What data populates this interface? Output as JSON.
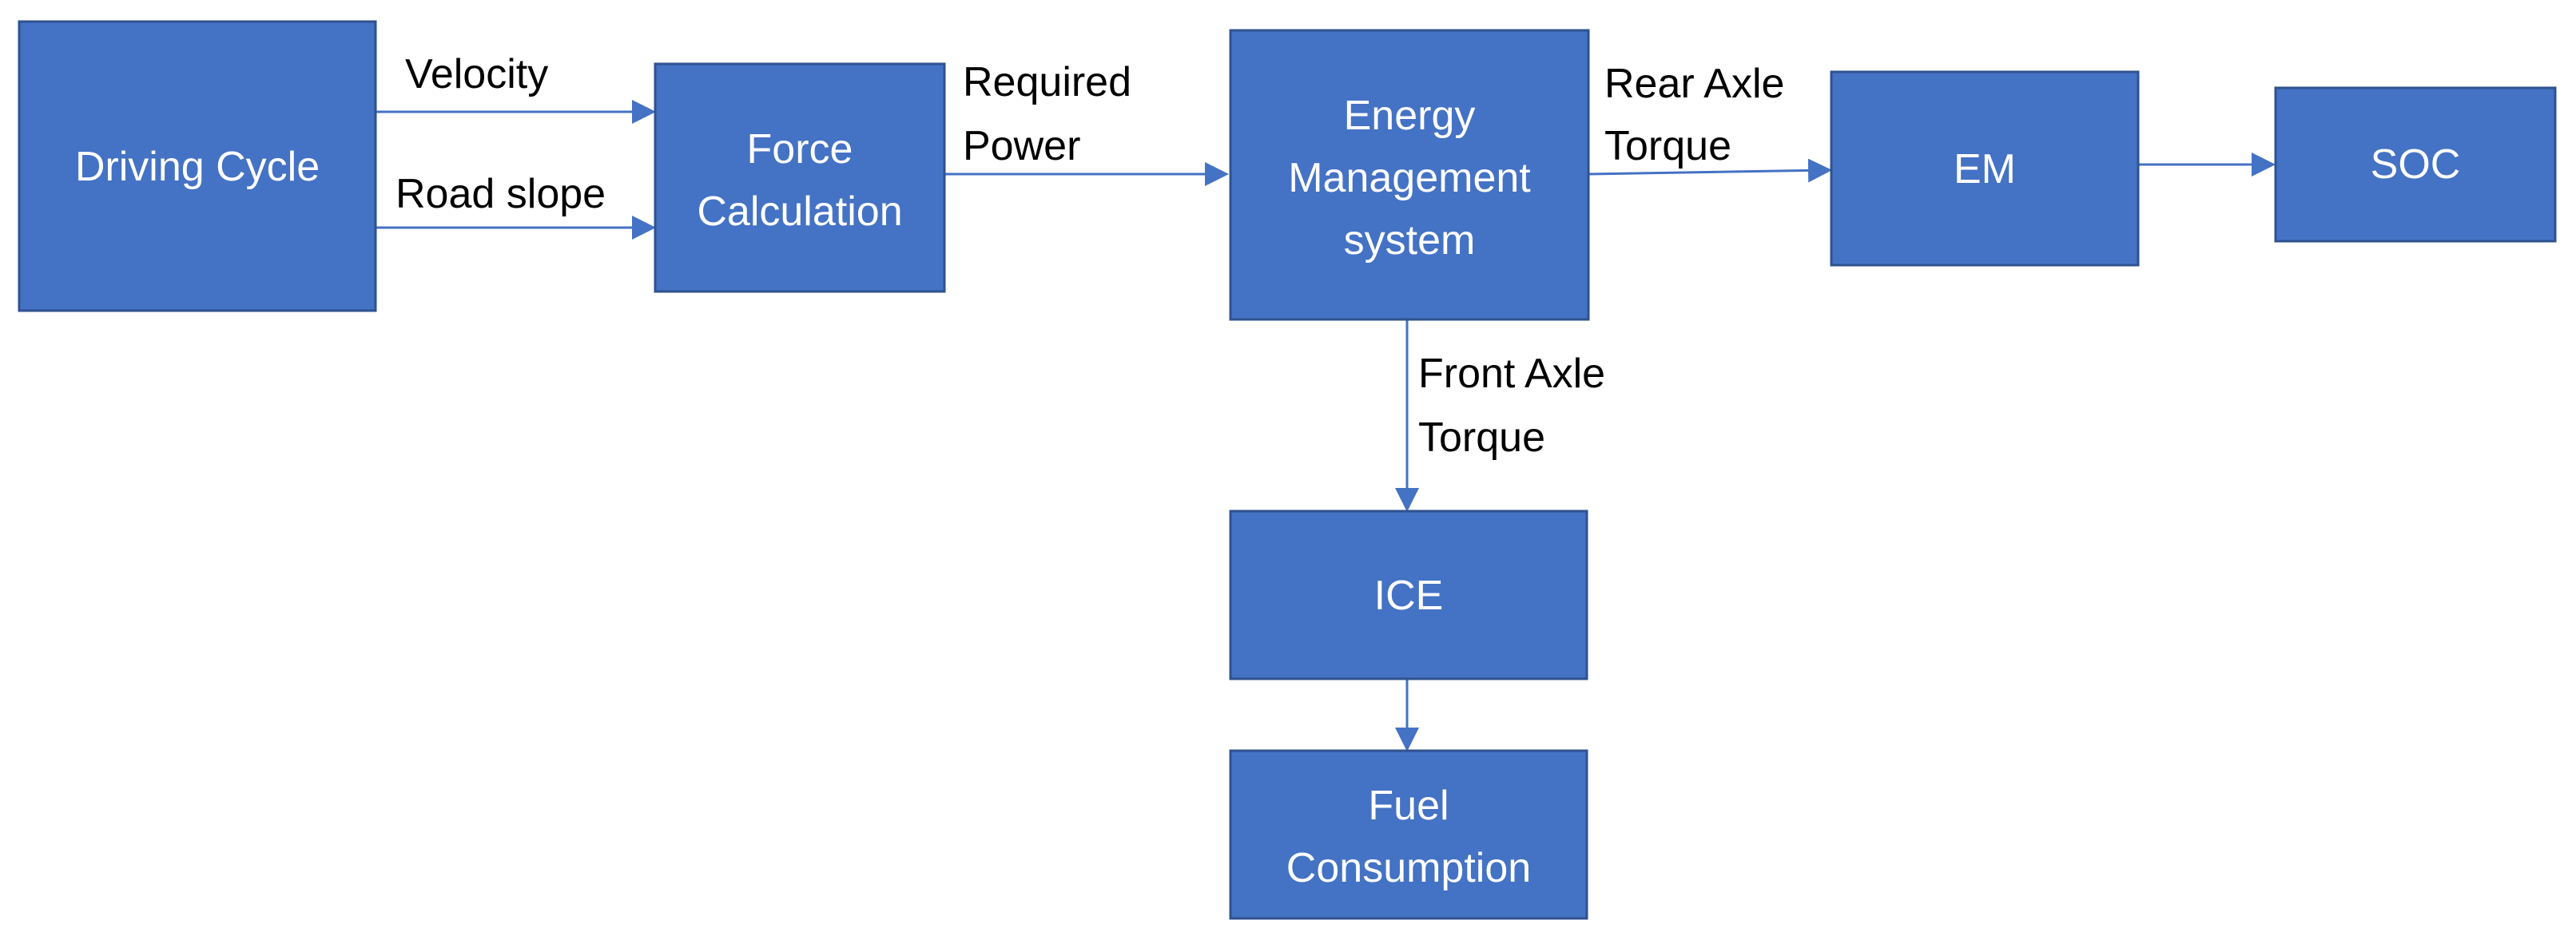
{
  "diagram": {
    "nodes": {
      "driving_cycle": {
        "label": "Driving Cycle"
      },
      "force_calculation": {
        "line1": "Force",
        "line2": "Calculation"
      },
      "energy_management": {
        "line1": "Energy",
        "line2": "Management",
        "line3": "system"
      },
      "em": {
        "label": "EM"
      },
      "soc": {
        "label": "SOC"
      },
      "ice": {
        "label": "ICE"
      },
      "fuel_consumption": {
        "line1": "Fuel",
        "line2": "Consumption"
      }
    },
    "edges": {
      "velocity": {
        "label": "Velocity"
      },
      "road_slope": {
        "label": "Road slope"
      },
      "required_power": {
        "line1": "Required",
        "line2": "Power"
      },
      "rear_axle_torque": {
        "line1": "Rear Axle",
        "line2": "Torque"
      },
      "front_axle_torque": {
        "line1": "Front Axle",
        "line2": "Torque"
      },
      "em_to_soc": {},
      "ice_to_fuel": {}
    },
    "colors": {
      "box_fill": "#4472c4",
      "box_border": "#2f528f",
      "arrow": "#4472c4",
      "box_text": "#ffffff",
      "label_text": "#000000"
    }
  }
}
